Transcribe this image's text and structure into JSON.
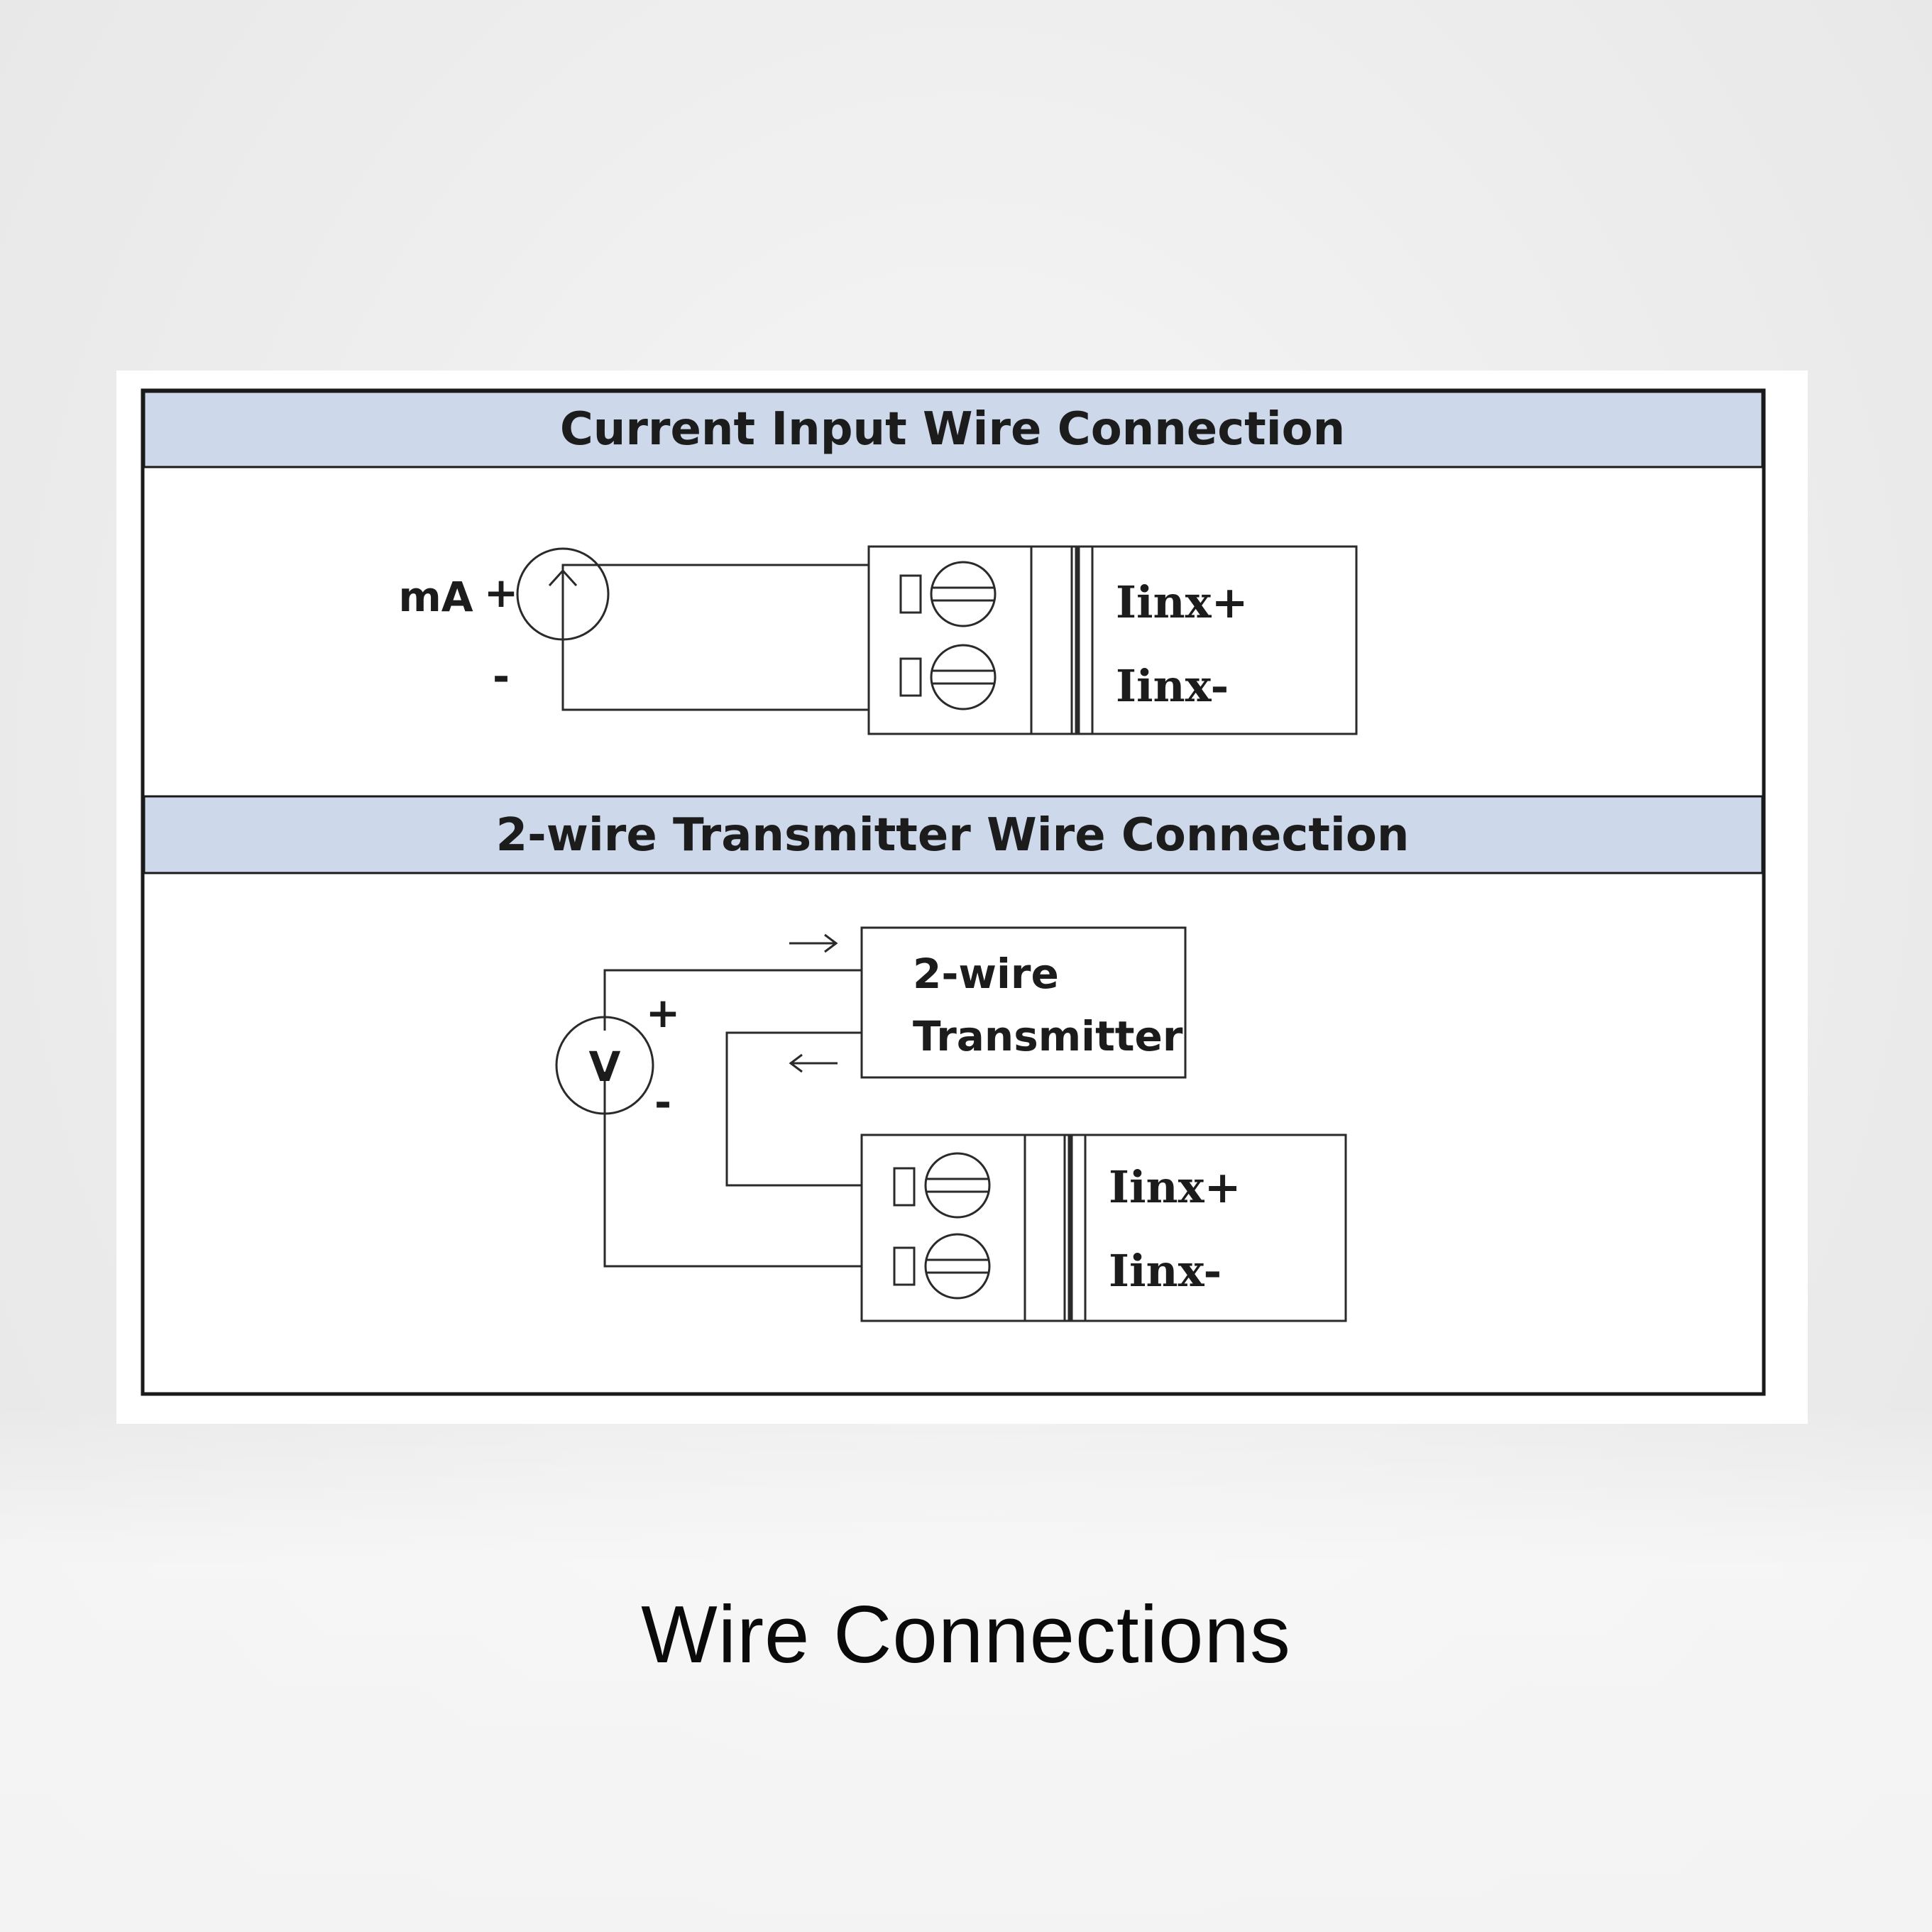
{
  "diagram": {
    "section1": {
      "title": "Current Input Wire Connection",
      "source_label": "mA",
      "plus": "+",
      "minus": "-",
      "terminal_plus": "Iinx+",
      "terminal_minus": "Iinx-"
    },
    "section2": {
      "title": "2-wire Transmitter Wire Connection",
      "voltage_label": "V",
      "plus": "+",
      "minus": "-",
      "transmitter_line1": "2-wire",
      "transmitter_line2": "Transmitter",
      "terminal_plus": "Iinx+",
      "terminal_minus": "Iinx-"
    },
    "colors": {
      "header_fill": "#cdd9ea",
      "line": "#2a2a2a"
    }
  },
  "caption": "Wire Connections"
}
